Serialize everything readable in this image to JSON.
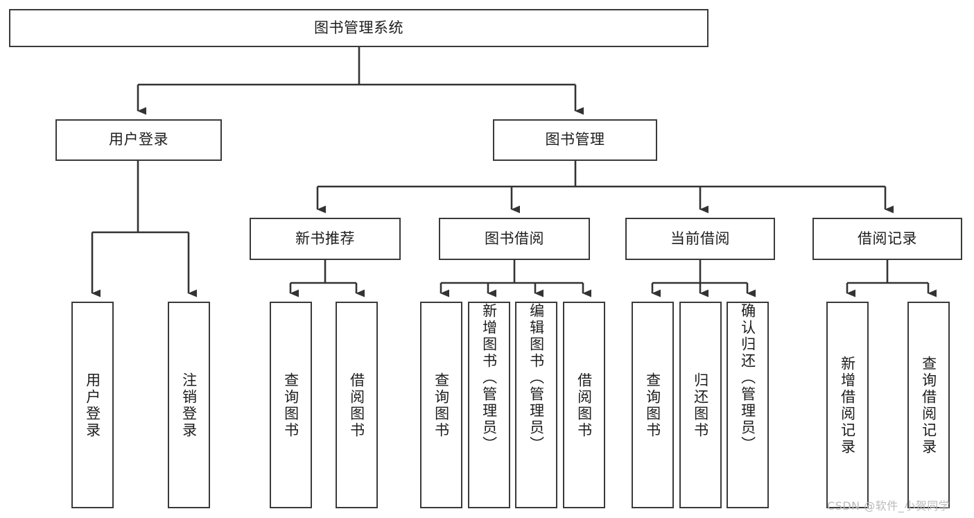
{
  "diagram": {
    "title": "图书管理系统",
    "root": {
      "label": "图书管理系统"
    },
    "level2": [
      {
        "label": "用户登录"
      },
      {
        "label": "图书管理"
      }
    ],
    "level3": [
      {
        "label": "新书推荐"
      },
      {
        "label": "图书借阅"
      },
      {
        "label": "当前借阅"
      },
      {
        "label": "借阅记录"
      }
    ],
    "leaves": [
      {
        "label": "用户登录"
      },
      {
        "label": "注销登录"
      },
      {
        "label": "查询图书"
      },
      {
        "label": "借阅图书"
      },
      {
        "label": "查询图书"
      },
      {
        "label": "新增图书（管理员）"
      },
      {
        "label": "编辑图书（管理员）"
      },
      {
        "label": "借阅图书"
      },
      {
        "label": "查询图书"
      },
      {
        "label": "归还图书"
      },
      {
        "label": "确认归还（管理员）"
      },
      {
        "label": "新增借阅记录"
      },
      {
        "label": "查询借阅记录"
      }
    ],
    "colors": {
      "box_border": "#3a3a3a",
      "box_fill": "#ffffff",
      "connector": "#333333",
      "text": "#1d1d1d",
      "watermark": "#b9b9b9",
      "background": "#ffffff"
    }
  },
  "watermark": {
    "text": "CSDN @软件_小贺同学"
  }
}
